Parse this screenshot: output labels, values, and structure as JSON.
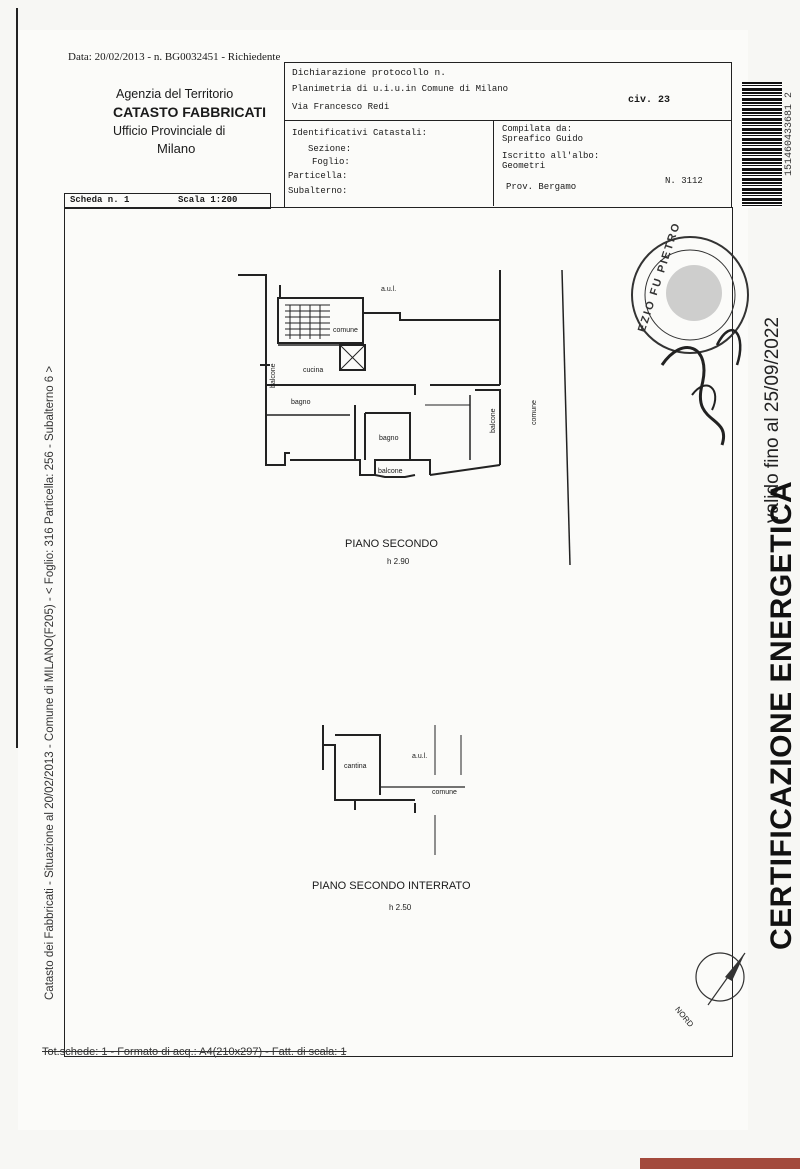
{
  "header": {
    "date_line": "Data: 20/02/2013 - n. BG0032451 - Richiedente",
    "agency": "Agenzia del Territorio",
    "catasto": "CATASTO FABBRICATI",
    "ufficio": "Ufficio Provinciale di",
    "city": "Milano"
  },
  "protocol": {
    "dichiarazione": "Dichiarazione protocollo n.",
    "planimetria": "Planimetria di u.i.u.in Comune di Milano",
    "via": "Via Francesco Redi",
    "civ": "civ. 23"
  },
  "identificativi": {
    "title": "Identificativi Catastali:",
    "sezione": "Sezione:",
    "foglio": "Foglio:",
    "particella": "Particella:",
    "subalterno": "Subalterno:"
  },
  "compilata": {
    "title": "Compilata da:",
    "name": "Spreafico Guido",
    "iscritto": "Iscritto all'albo:",
    "albo": "Geometri",
    "prov": "Prov. Bergamo",
    "numero": "N. 3112"
  },
  "scheda": {
    "scheda": "Scheda n. 1",
    "scala": "Scala 1:200"
  },
  "plan": {
    "upper": {
      "title": "PIANO SECONDO",
      "height": "h 2.90",
      "rooms": {
        "aul": "a.u.l.",
        "comune": "comune",
        "cucina": "cucina",
        "balcone_left": "balcone",
        "bagno1": "bagno",
        "bagno2": "bagno",
        "balcone_right": "balcone",
        "balcone_bottom": "balcone",
        "comune_right": "comune"
      }
    },
    "lower": {
      "title": "PIANO SECONDO INTERRATO",
      "height": "h 2.50",
      "rooms": {
        "cantina": "cantina",
        "aul": "a.u.l.",
        "comune": "comune"
      }
    },
    "north": "NORD"
  },
  "side_text": "Catasto dei Fabbricati - Situazione al 20/02/2013 - Comune di MILANO(F205) - < Foglio: 316 Particella: 256 - Subalterno 6 >",
  "footer_text": "Tot.schede: 1 - Formato di acq.: A4(210x297) - Fatt. di scala: 1",
  "certificazione": "CERTIFICAZIONE ENERGETICA",
  "valido": "valido fino al 25/09/2022",
  "barcode_number": "151460433681 2",
  "stamp_text": "EZIO FU PIETRO"
}
